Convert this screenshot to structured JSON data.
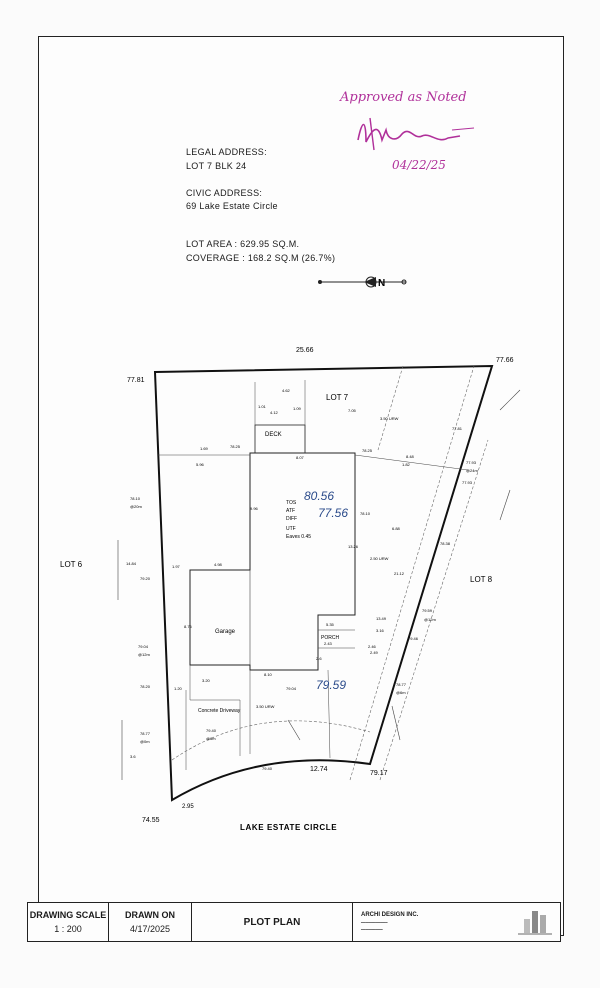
{
  "header": {
    "legal_label": "LEGAL ADDRESS:",
    "legal_value": "LOT 7 BLK 24",
    "civic_label": "CIVIC ADDRESS:",
    "civic_value": "69 Lake Estate Circle",
    "lot_area": "LOT AREA : 629.95 SQ.M.",
    "coverage": "COVERAGE : 168.2 SQ.M (26.7%)"
  },
  "stamp": {
    "approved": "Approved as Noted",
    "date": "04/22/25"
  },
  "north_arrow": "N",
  "plan": {
    "street": "LAKE ESTATE CIRCLE",
    "lot_labels": [
      "LOT 7",
      "LOT 6",
      "LOT 8"
    ],
    "dims": {
      "top": "25.66",
      "bottom": "12.74",
      "corner_bl": "74.55",
      "corner_br": "79.17",
      "corner_tl": "77.81",
      "corner_tr": "77.66",
      "front_left": "2.95",
      "deck": "DECK",
      "garage": "Garage",
      "porch": "PORCH",
      "driveway": "Concrete Driveway",
      "eaves": "Eaves 0.45",
      "tos": "TOS",
      "atf": "ATF",
      "diff": "DIFF",
      "utf": "UTF",
      "handwritten_1": "80.56",
      "handwritten_2": "77.56",
      "handwritten_3": "79.59"
    },
    "small_dims": [
      "1.01",
      "4.62",
      "4.12",
      "1.09",
      "7.05",
      "1.69",
      "5.96",
      "78.25",
      "8.07",
      "78.25",
      "1.82",
      "77.81",
      "8.48",
      "3.50 URW",
      "77.93",
      "@24m",
      "77.93",
      "78.10",
      "@20m",
      "78.10",
      "6.88",
      "78.38",
      "14.84",
      "79.20",
      "1.97",
      "4.98",
      "9.96",
      "8.76",
      "13.26",
      "2.50 URW",
      "21.12",
      "79.59",
      "@12m",
      "5.35",
      "13.49",
      "3.16",
      "2.49",
      "79.46",
      "79.04",
      "@12m",
      "2.43",
      "2.46",
      "78.77",
      "@6m",
      "78.20",
      "1.20",
      "3.20",
      "8.10",
      "79.04",
      "2.6",
      "3.50 URW",
      "79.40",
      "78.77",
      "@0m",
      "79.40",
      "@6m",
      "3.6"
    ]
  },
  "title_block": {
    "scale_label": "DRAWING SCALE",
    "scale_value": "1 : 200",
    "drawn_label": "DRAWN ON",
    "drawn_value": "4/17/2025",
    "title": "PLOT PLAN",
    "company": "ARCHI DESIGN INC."
  }
}
